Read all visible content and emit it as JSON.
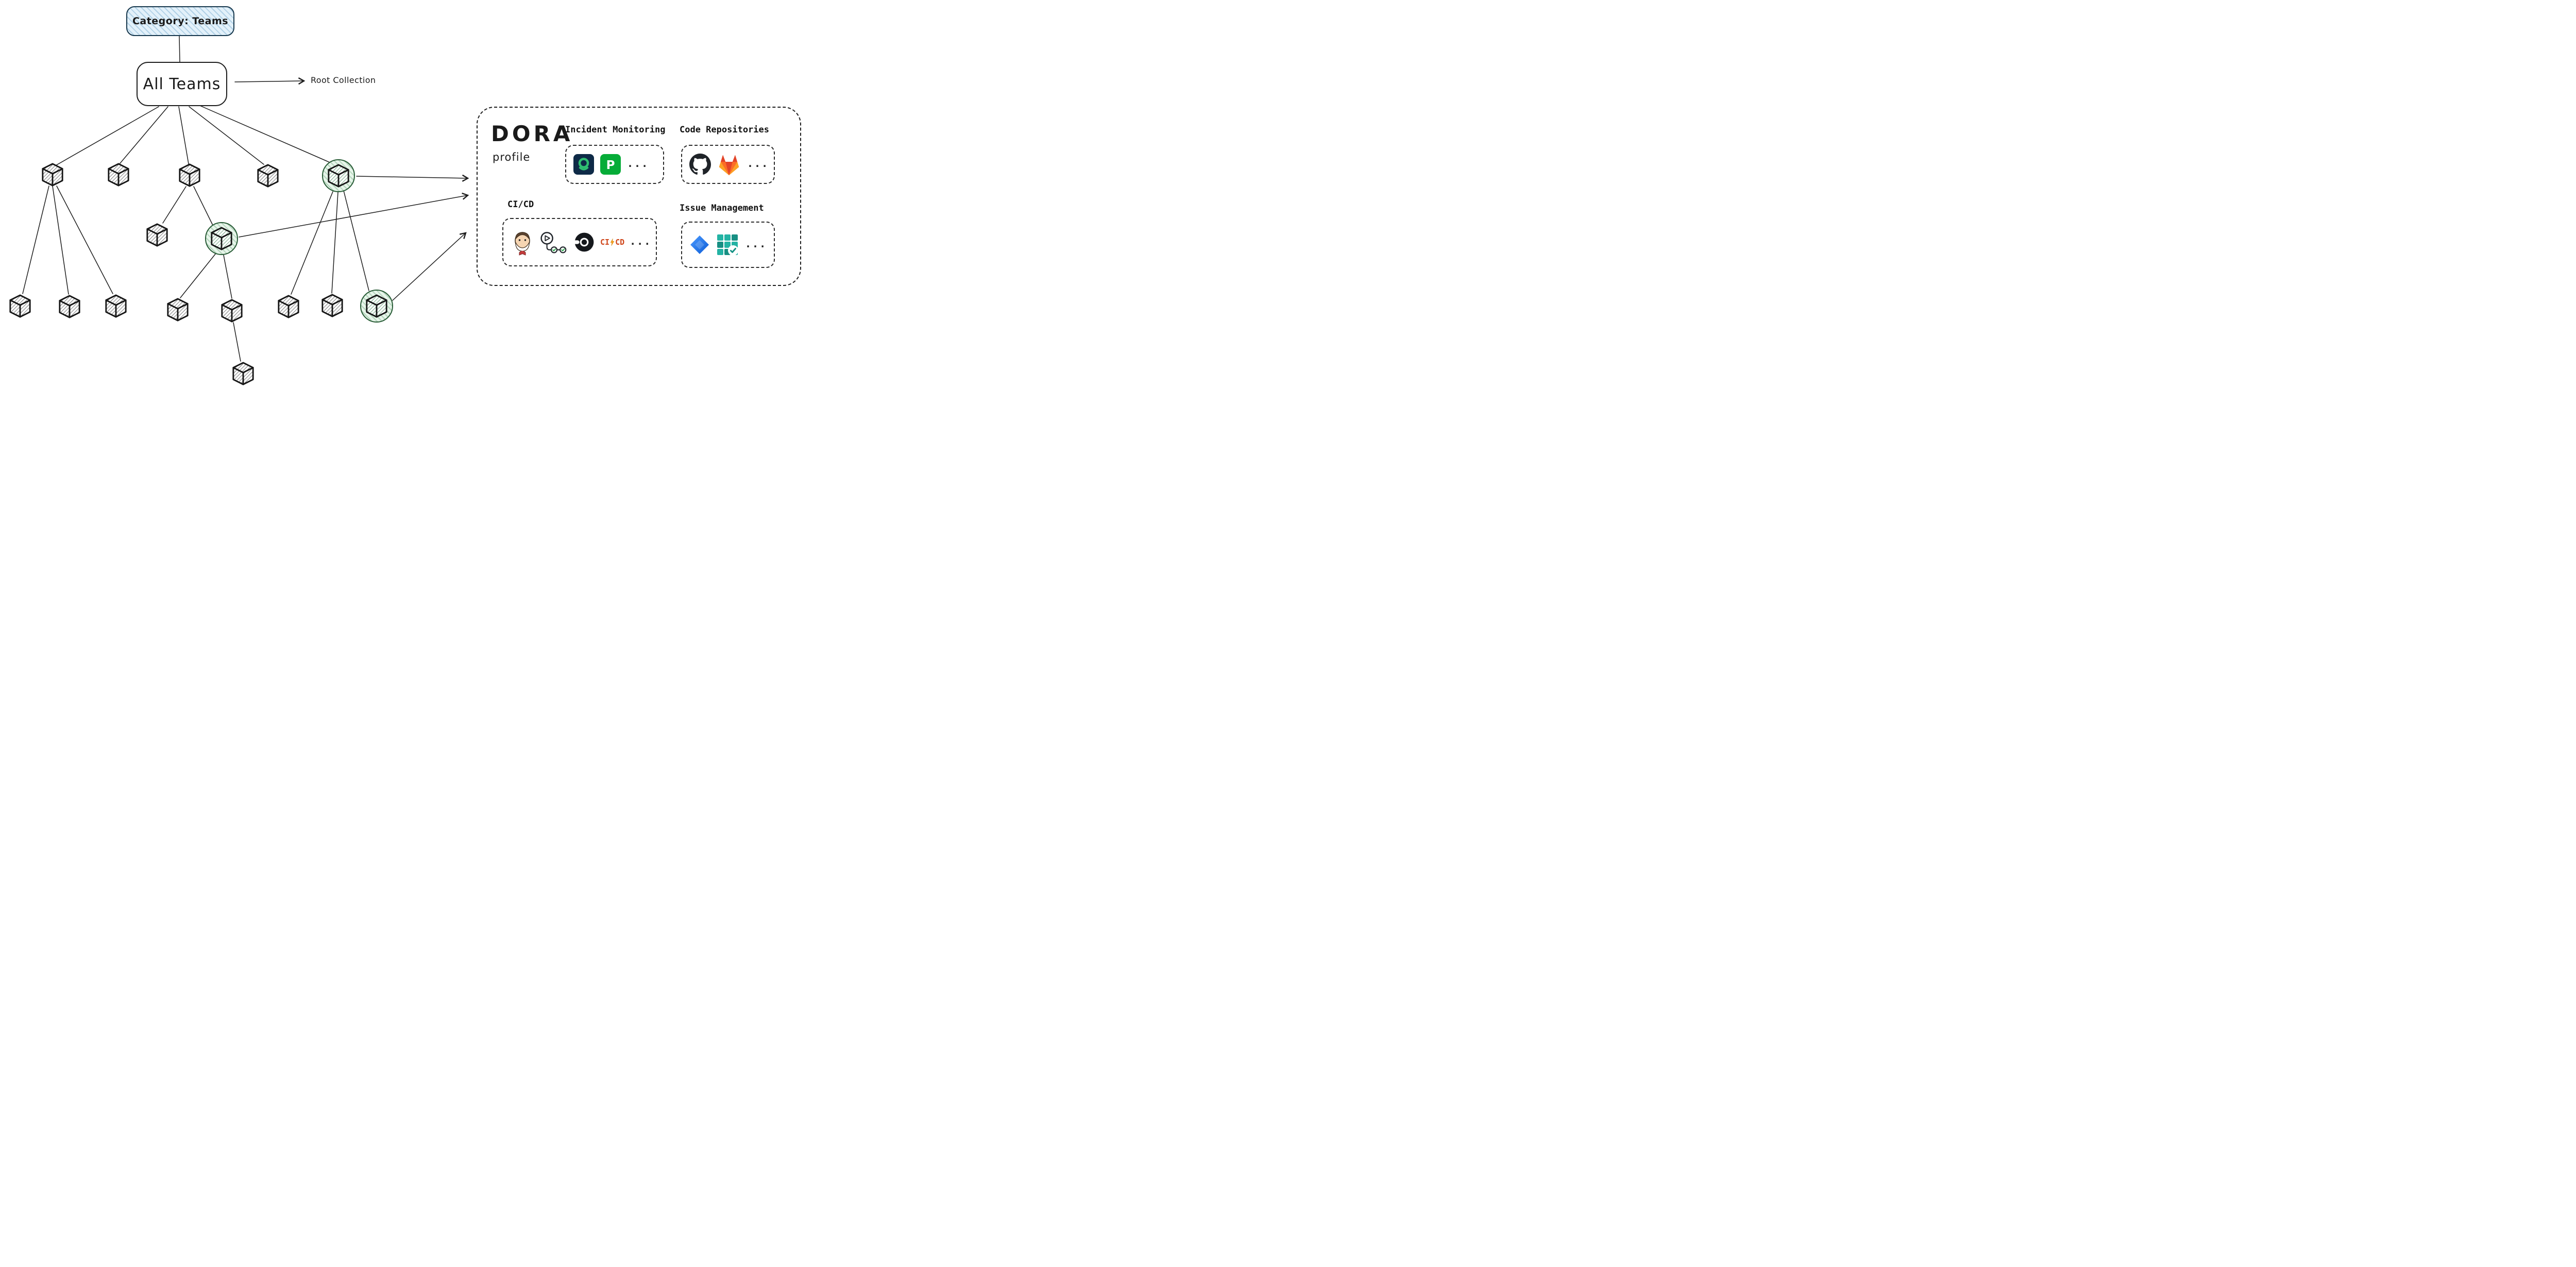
{
  "category_box": {
    "label": "Category: Teams"
  },
  "root_box": {
    "label": "All Teams"
  },
  "root_annotation": {
    "label": "Root Collection"
  },
  "tree": {
    "node_icon": "package-cube-icon",
    "highlighted_node_icon": "package-cube-green-circle-icon",
    "node_count": 16,
    "highlighted_count": 3
  },
  "dora": {
    "title": "DORA",
    "subtitle": "profile",
    "sections": {
      "incident": {
        "label": "Incident Monitoring",
        "tools": [
          "Opsgenie",
          "PagerDuty"
        ],
        "pagerduty_monogram": "P",
        "ellipsis": "..."
      },
      "repos": {
        "label": "Code Repositories",
        "tools": [
          "GitHub",
          "GitLab"
        ],
        "ellipsis": "..."
      },
      "cicd": {
        "label": "CI/CD",
        "tools": [
          "Jenkins",
          "GitHub Actions",
          "CircleCI",
          "GitLab CI/CD"
        ],
        "gitlab_ci_left": "CI",
        "gitlab_ci_right": "CD",
        "ellipsis": "..."
      },
      "issues": {
        "label": "Issue Management",
        "tools": [
          "Jira",
          "Kanban board"
        ],
        "ellipsis": "..."
      }
    }
  },
  "colors": {
    "ink": "#1a1a1a",
    "category_blue_fill": "#e3f1fa",
    "highlight_green_fill": "#e7f5ea",
    "highlight_green_stroke": "#285c36",
    "opsgenie_navy": "#0e2a47",
    "opsgenie_green": "#2fbf71",
    "pagerduty_green": "#06ac38",
    "github_black": "#1f2328",
    "gitlab_orange": "#fc6d26",
    "jira_blue": "#0b5cd6",
    "board_teal": "#23b3a4"
  }
}
